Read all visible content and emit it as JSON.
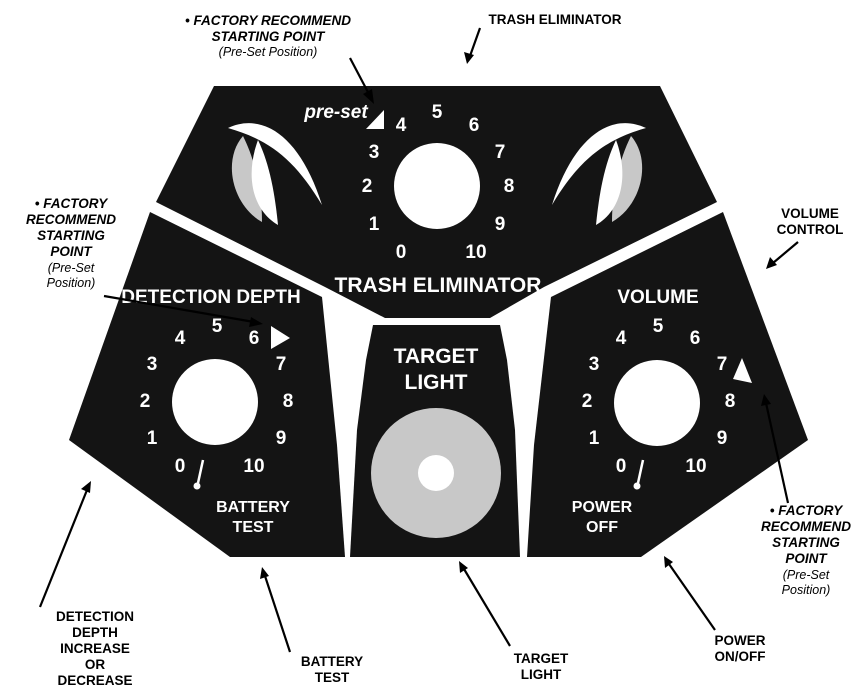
{
  "colors": {
    "panel": "#141414",
    "knob": "#ffffff",
    "lens_outer": "#c8c8c8",
    "lens_inner": "#ffffff",
    "ink": "#000000"
  },
  "icons": {
    "marker": "triangle-marker-icon",
    "swoosh": "swoosh-logo-icon",
    "indicator": "knob-indicator-icon",
    "lens": "target-light-lens-icon"
  },
  "panels": {
    "trash": {
      "title": "TRASH ELIMINATOR",
      "preset": "pre-set",
      "numbers": [
        "0",
        "1",
        "2",
        "3",
        "4",
        "5",
        "6",
        "7",
        "8",
        "9",
        "10"
      ]
    },
    "depth": {
      "title": "DETECTION DEPTH",
      "sub1": "BATTERY",
      "sub2": "TEST",
      "numbers": [
        "0",
        "1",
        "2",
        "3",
        "4",
        "5",
        "6",
        "7",
        "8",
        "9",
        "10"
      ]
    },
    "volume": {
      "title": "VOLUME",
      "sub1": "POWER",
      "sub2": "OFF",
      "numbers": [
        "0",
        "1",
        "2",
        "3",
        "4",
        "5",
        "6",
        "7",
        "8",
        "9",
        "10"
      ]
    },
    "target": {
      "line1": "TARGET",
      "line2": "LIGHT"
    }
  },
  "callouts": {
    "top_factory": {
      "line1": "• FACTORY RECOMMEND",
      "line2": "STARTING POINT",
      "line3": "(Pre-Set Position)"
    },
    "trash": {
      "line1": "TRASH ELIMINATOR"
    },
    "left_factory": {
      "line1": "• FACTORY",
      "line2": "RECOMMEND",
      "line3": "STARTING",
      "line4": "POINT",
      "line5": "(Pre-Set",
      "line6": "Position)"
    },
    "volume_control": {
      "line1": "VOLUME",
      "line2": "CONTROL"
    },
    "right_factory": {
      "line1": "• FACTORY",
      "line2": "RECOMMEND",
      "line3": "STARTING",
      "line4": "POINT",
      "line5": "(Pre-Set",
      "line6": "Position)"
    },
    "depth_adjust": {
      "line1": "DETECTION",
      "line2": "DEPTH",
      "line3": "INCREASE",
      "line4": "OR",
      "line5": "DECREASE"
    },
    "battery": {
      "line1": "BATTERY",
      "line2": "TEST"
    },
    "target": {
      "line1": "TARGET",
      "line2": "LIGHT"
    },
    "power": {
      "line1": "POWER",
      "line2": "ON/OFF"
    }
  }
}
